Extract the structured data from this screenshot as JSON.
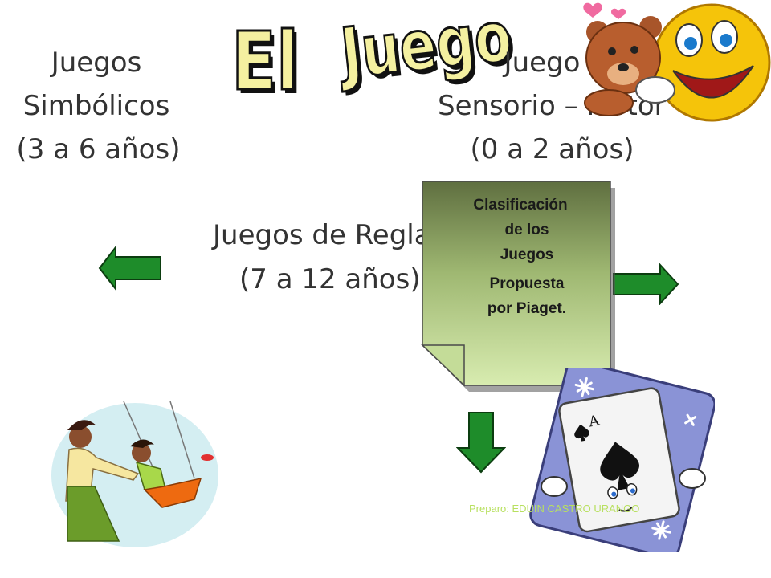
{
  "title": {
    "word1": "El",
    "word2": "Juego"
  },
  "left_block": {
    "line1": "Juegos",
    "line2": "Simbólicos",
    "line3": "(3 a 6 años)"
  },
  "right_block": {
    "line1": "Juego",
    "line2": "Sensorio – Motor",
    "line3": "(0 a 2 años)"
  },
  "center_block": {
    "line1": "Juegos de Reglas",
    "line2": "(7 a 12 años)"
  },
  "note": {
    "lines": [
      "Clasificación",
      "de los",
      "Juegos",
      "Propuesta",
      "por Piaget."
    ]
  },
  "card": {
    "rank": "A"
  },
  "credit": "Preparo: EDUIN CASTRO URANGO",
  "colors": {
    "arrow": "#1e8c2a",
    "note_top": "#5f6f40",
    "note_bottom": "#d8ecb0",
    "title_fill": "#f4f0a0"
  }
}
